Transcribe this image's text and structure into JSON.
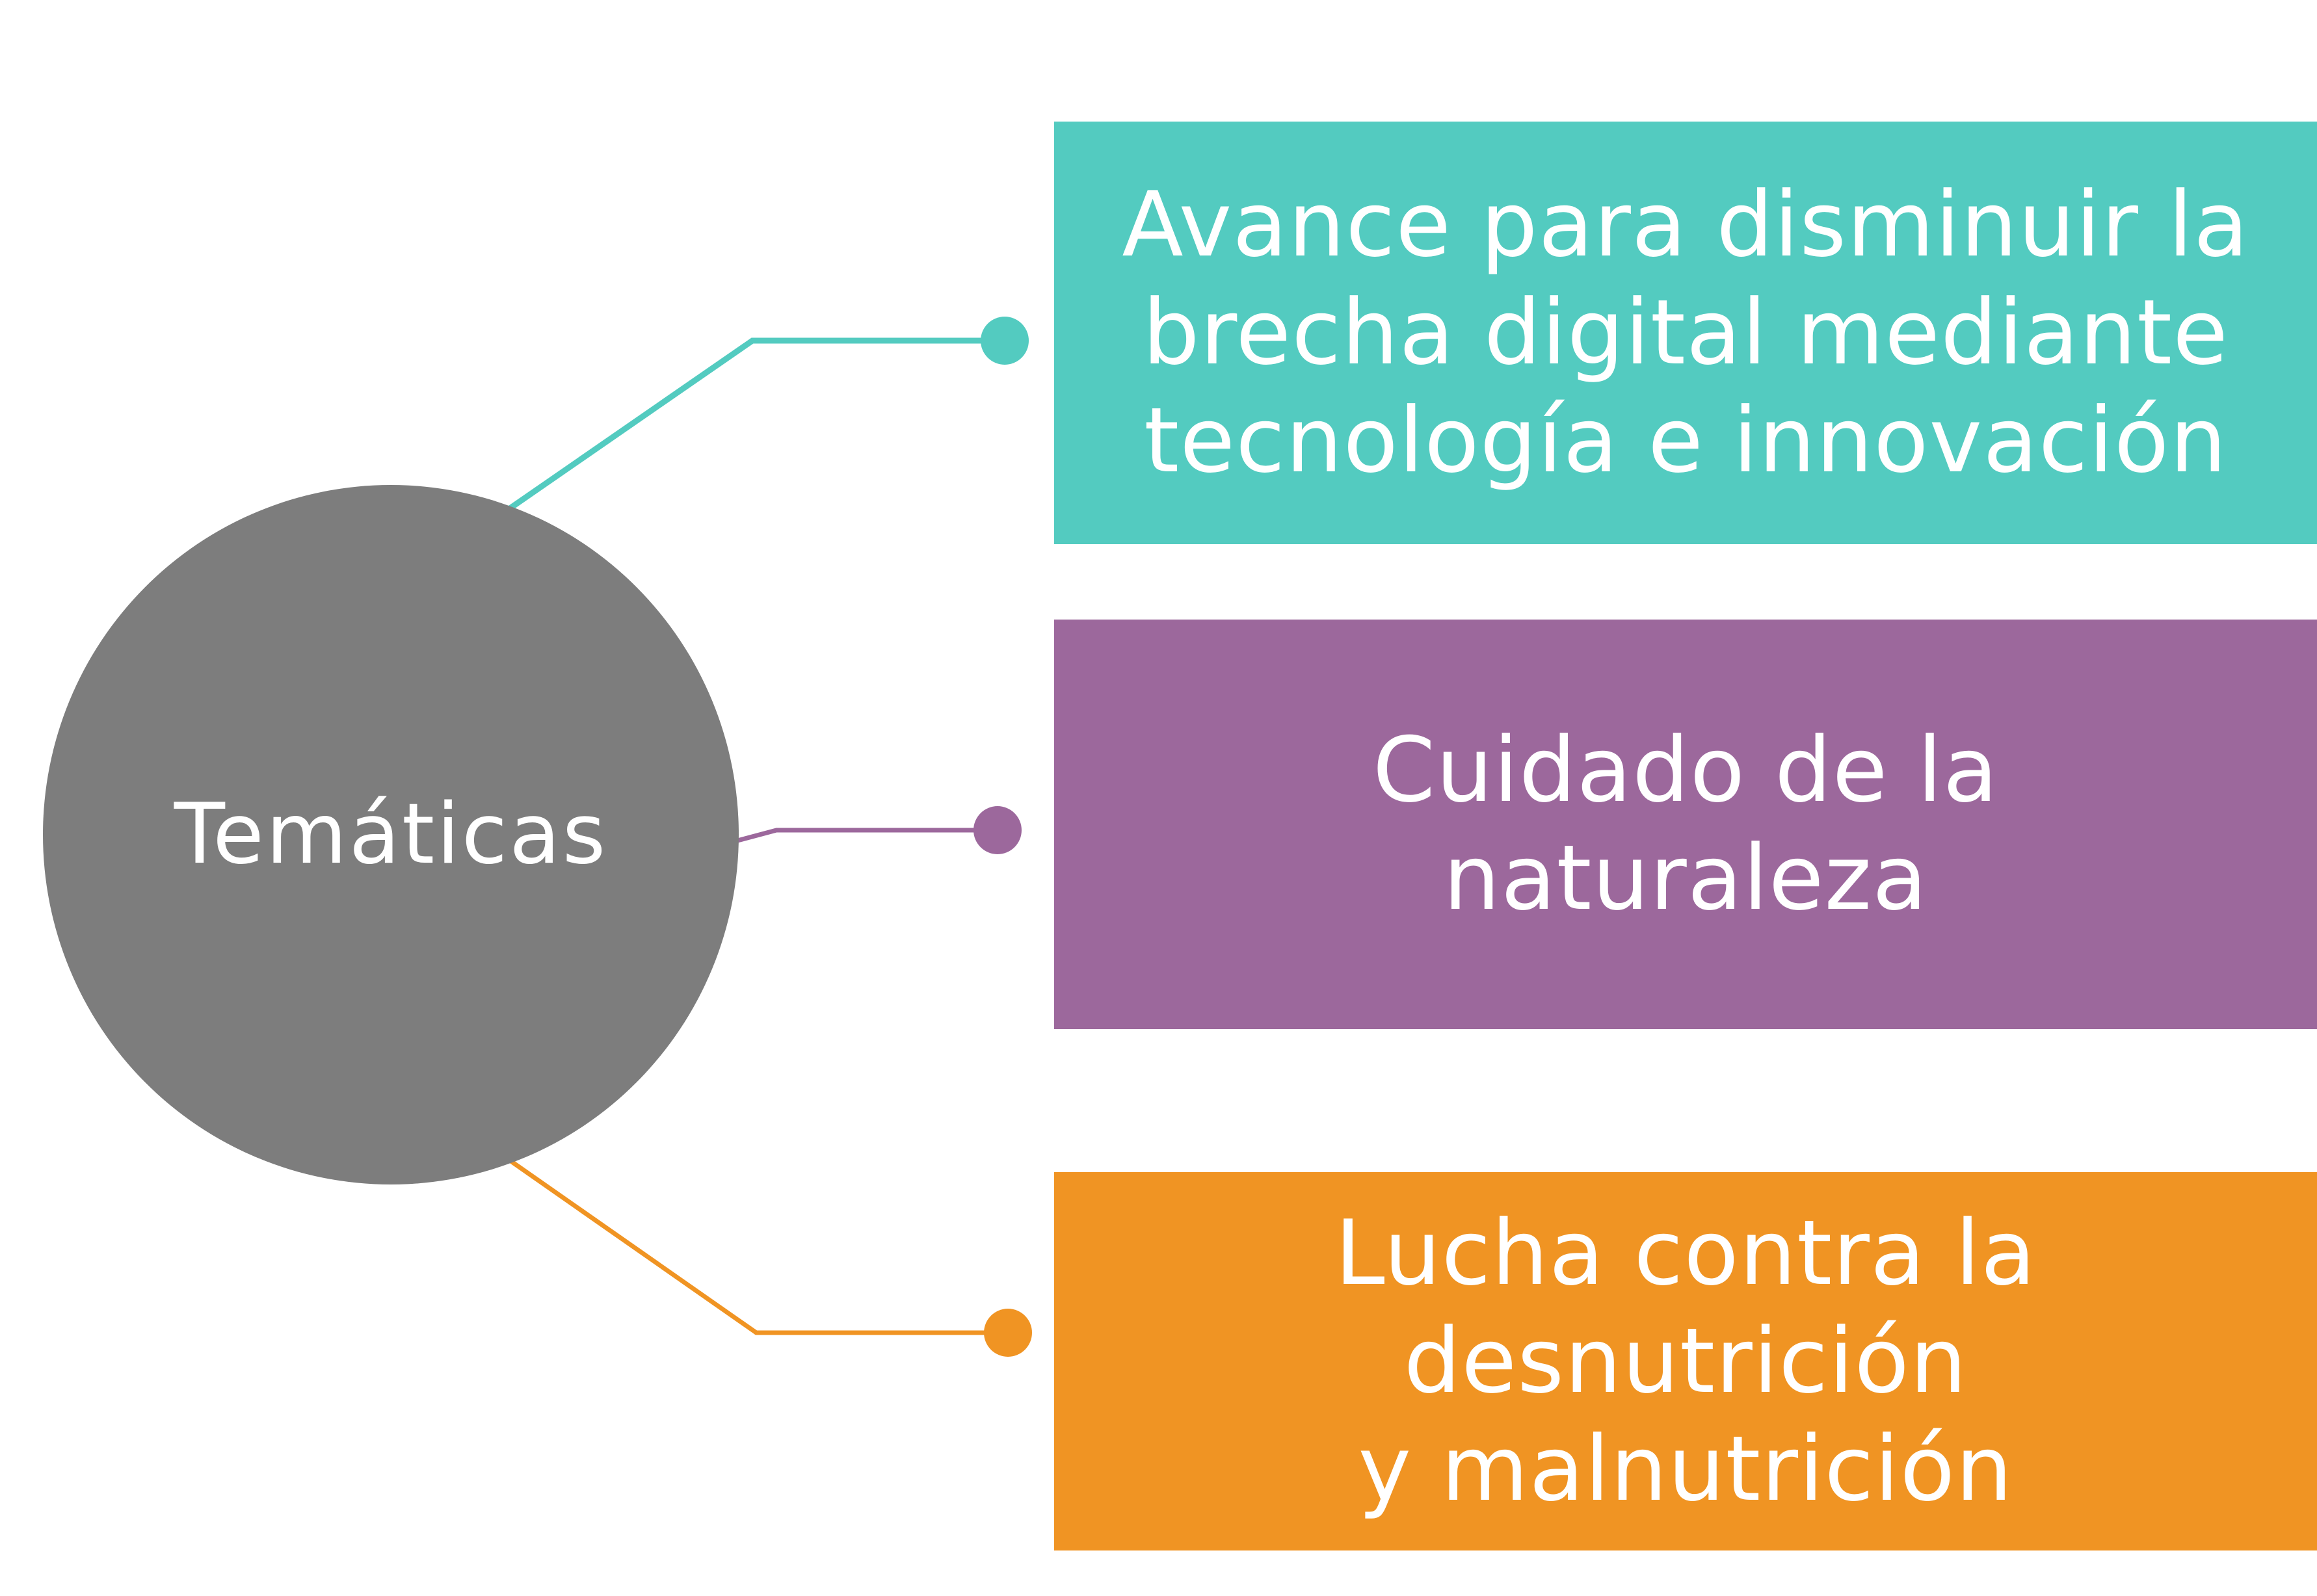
{
  "hub": {
    "label": "Temáticas",
    "color": "#7d7d7d"
  },
  "topics": [
    {
      "lines": [
        "Avance para disminuir la",
        "brecha digital mediante",
        "tecnología e innovación"
      ],
      "color": "#53cbc0"
    },
    {
      "lines": [
        "Cuidado de la",
        "naturaleza"
      ],
      "color": "#9c689c"
    },
    {
      "lines": [
        "Lucha contra la",
        "desnutrición",
        "y malnutrición"
      ],
      "color": "#f09423"
    }
  ],
  "text_color": "#ffffff"
}
